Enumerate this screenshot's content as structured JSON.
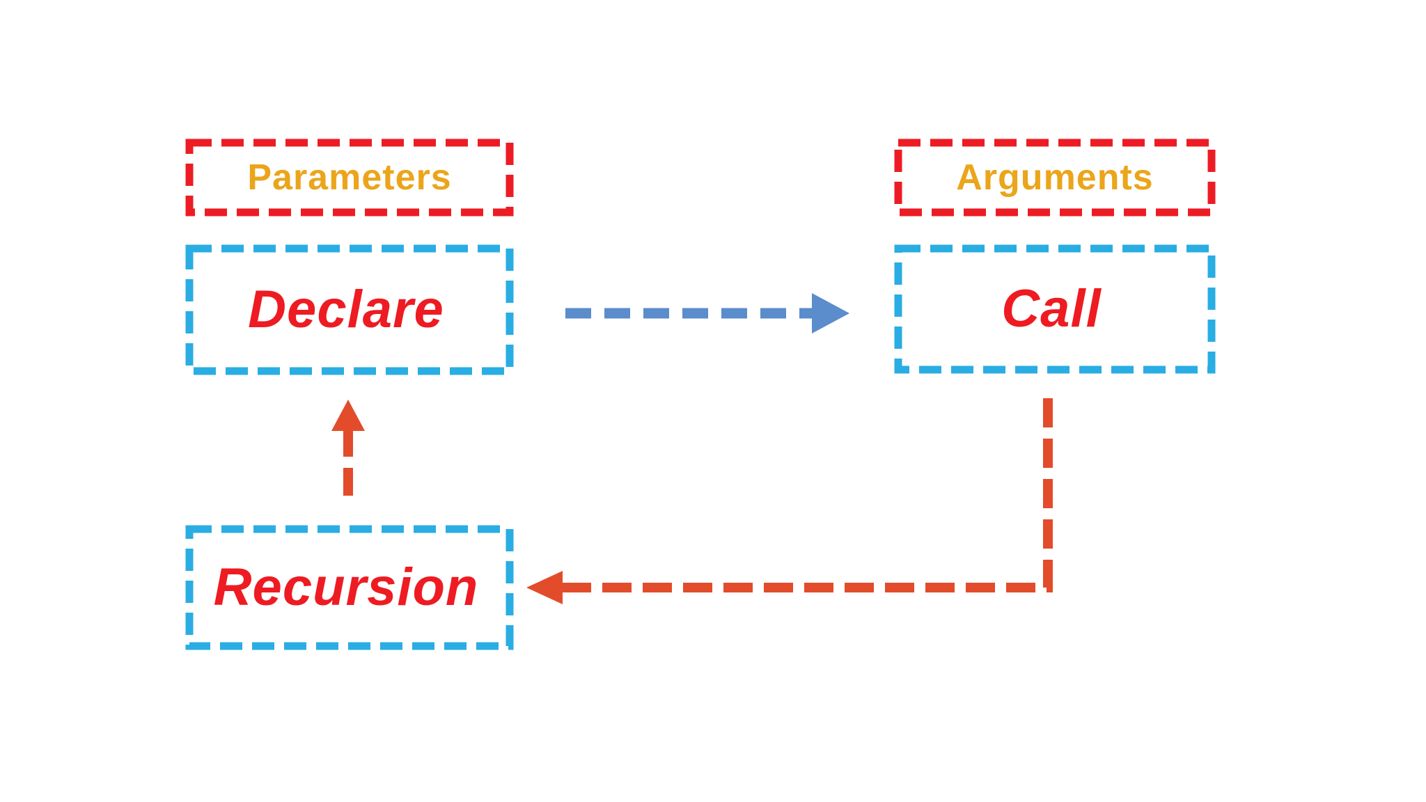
{
  "diagram": {
    "type": "flow-diagram",
    "background": "#FFFFFF",
    "nodes": {
      "parameters": {
        "label": "Parameters",
        "box_style": "red-dashed",
        "text_style": "gold-bold"
      },
      "declare": {
        "label": "Declare",
        "box_style": "cyan-dashed",
        "text_style": "red-bold-italic"
      },
      "arguments": {
        "label": "Arguments",
        "box_style": "red-dashed",
        "text_style": "gold-bold"
      },
      "call": {
        "label": "Call",
        "box_style": "cyan-dashed",
        "text_style": "red-bold-italic"
      },
      "recursion": {
        "label": "Recursion",
        "box_style": "cyan-dashed",
        "text_style": "red-bold-italic"
      }
    },
    "edges": [
      {
        "from": "Declare",
        "to": "Call",
        "style": "dashed-arrow",
        "color": "#5B8CCB",
        "direction": "right"
      },
      {
        "from": "Recursion",
        "to": "Declare",
        "style": "dashed-arrow",
        "color": "#E24C2B",
        "direction": "up"
      },
      {
        "from": "Call",
        "to": "Recursion",
        "style": "dashed-elbow-arrow",
        "color": "#E24C2B",
        "direction": "down-then-left"
      }
    ],
    "colors": {
      "background": "#FFFFFF",
      "red_border": "#ED1C24",
      "cyan_border": "#29ADE3",
      "gold_text": "#EBA51B",
      "red_text": "#EE1B22",
      "blue_arrow": "#5B8CCB",
      "orange_arrow": "#E24C2B"
    }
  }
}
